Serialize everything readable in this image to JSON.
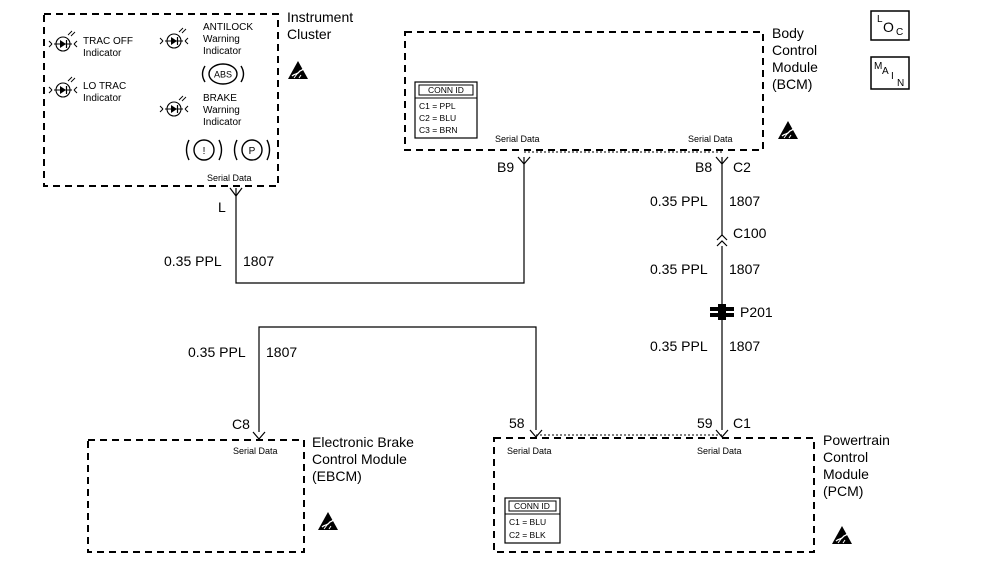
{
  "instrument_cluster": {
    "title_line1": "Instrument",
    "title_line2": "Cluster",
    "trac_off_line1": "TRAC OFF",
    "trac_off_line2": "Indicator",
    "lo_trac_line1": "LO TRAC",
    "lo_trac_line2": "Indicator",
    "antilock_line1": "ANTILOCK",
    "antilock_line2": "Warning",
    "antilock_line3": "Indicator",
    "abs_symbol": "ABS",
    "brake_line1": "BRAKE",
    "brake_line2": "Warning",
    "brake_line3": "Indicator",
    "brake_symbol": "!",
    "park_symbol": "P",
    "serial_data": "Serial Data",
    "pin": "L"
  },
  "bcm": {
    "title_line1": "Body",
    "title_line2": "Control",
    "title_line3": "Module",
    "title_line4": "(BCM)",
    "conn_header": "CONN ID",
    "conn_rows": [
      "C1 = PPL",
      "C2 = BLU",
      "C3 = BRN"
    ],
    "serial_data_left": "Serial Data",
    "serial_data_right": "Serial Data",
    "pin_left": "B9",
    "pin_right": "B8",
    "connector": "C2"
  },
  "ebcm": {
    "title_line1": "Electronic Brake",
    "title_line2": "Control Module",
    "title_line3": "(EBCM)",
    "serial_data": "Serial Data",
    "pin": "C8"
  },
  "pcm": {
    "title_line1": "Powertrain",
    "title_line2": "Control",
    "title_line3": "Module",
    "title_line4": "(PCM)",
    "conn_header": "CONN ID",
    "conn_rows": [
      "C1 = BLU",
      "C2 = BLK"
    ],
    "serial_data_left": "Serial Data",
    "serial_data_right": "Serial Data",
    "pin_left": "58",
    "pin_right": "59",
    "connector": "C1"
  },
  "wires": {
    "cluster_gauge": "0.35 PPL",
    "cluster_circuit": "1807",
    "ebcm_gauge": "0.35 PPL",
    "ebcm_circuit": "1807",
    "bcm_c100_gauge": "0.35 PPL",
    "bcm_c100_circuit": "1807",
    "c100_p201_gauge": "0.35 PPL",
    "c100_p201_circuit": "1807",
    "p201_pcm_gauge": "0.35 PPL",
    "p201_pcm_circuit": "1807"
  },
  "connectors": {
    "c100": "C100",
    "p201": "P201"
  },
  "legend": {
    "loc_top": "L",
    "loc_main": "O",
    "loc_sub": "C",
    "main_top": "M",
    "main_a": "A",
    "main_i": "I",
    "main_n": "N"
  }
}
